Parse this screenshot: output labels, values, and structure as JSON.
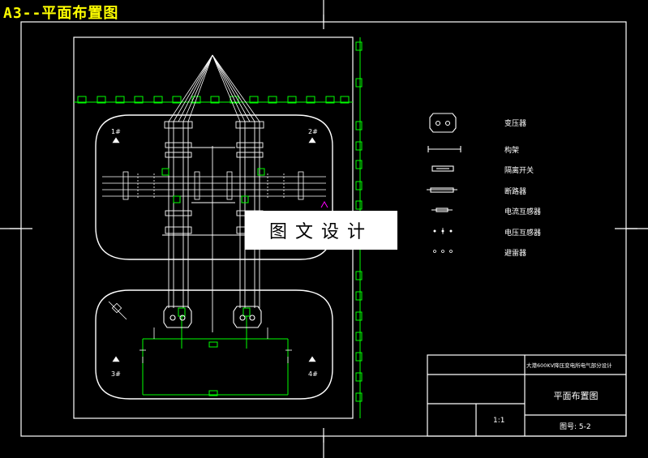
{
  "sheet": {
    "title": "A3--平面布置图",
    "watermark": "图文设计"
  },
  "zones": [
    {
      "label": "1#"
    },
    {
      "label": "2#"
    },
    {
      "label": "3#"
    },
    {
      "label": "4#"
    }
  ],
  "legend": [
    {
      "label": "变压器",
      "symbol": "transformer-icon"
    },
    {
      "label": "构架",
      "symbol": "frame-line-icon"
    },
    {
      "label": "隔离开关",
      "symbol": "disconnector-icon"
    },
    {
      "label": "断路器",
      "symbol": "breaker-icon"
    },
    {
      "label": "电流互感器",
      "symbol": "current-transformer-icon"
    },
    {
      "label": "电压互感器",
      "symbol": "voltage-transformer-icon"
    },
    {
      "label": "避雷器",
      "symbol": "arrester-icon"
    }
  ],
  "title_block": {
    "project": "大港600KV降压变电所电气部分设计",
    "drawing_name": "平面布置图",
    "scale": "1:1",
    "drawing_no": "图号: 5-2"
  },
  "colors": {
    "frame": "#ffffff",
    "equipment": "#00ff00",
    "title": "#ffff00",
    "accent": "#ff00ff"
  }
}
